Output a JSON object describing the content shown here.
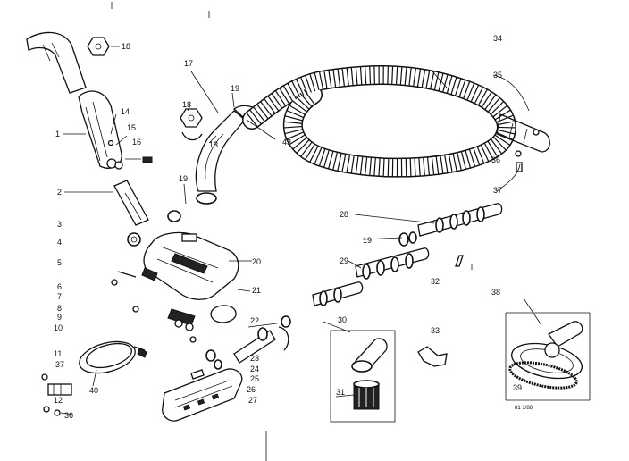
{
  "part_labels": [
    {
      "id": "1",
      "text": "1"
    },
    {
      "id": "2",
      "text": "2"
    },
    {
      "id": "3",
      "text": "3"
    },
    {
      "id": "4",
      "text": "4"
    },
    {
      "id": "5",
      "text": "5"
    },
    {
      "id": "6",
      "text": "6"
    },
    {
      "id": "7",
      "text": "7"
    },
    {
      "id": "8",
      "text": "8"
    },
    {
      "id": "9",
      "text": "9"
    },
    {
      "id": "10",
      "text": "10"
    },
    {
      "id": "11",
      "text": "11"
    },
    {
      "id": "12",
      "text": "12"
    },
    {
      "id": "13",
      "text": "13"
    },
    {
      "id": "14",
      "text": "14"
    },
    {
      "id": "15",
      "text": "15"
    },
    {
      "id": "16",
      "text": "16"
    },
    {
      "id": "17",
      "text": "17"
    },
    {
      "id": "18a",
      "text": "18"
    },
    {
      "id": "18b",
      "text": "18"
    },
    {
      "id": "19a",
      "text": "19"
    },
    {
      "id": "19b",
      "text": "19"
    },
    {
      "id": "19c",
      "text": "19"
    },
    {
      "id": "20",
      "text": "20"
    },
    {
      "id": "21",
      "text": "21"
    },
    {
      "id": "22",
      "text": "22"
    },
    {
      "id": "23",
      "text": "23"
    },
    {
      "id": "24",
      "text": "24"
    },
    {
      "id": "25",
      "text": "25"
    },
    {
      "id": "26",
      "text": "26"
    },
    {
      "id": "27",
      "text": "27"
    },
    {
      "id": "28",
      "text": "28"
    },
    {
      "id": "29",
      "text": "29"
    },
    {
      "id": "30",
      "text": "30"
    },
    {
      "id": "31",
      "text": "31"
    },
    {
      "id": "32",
      "text": "32"
    },
    {
      "id": "33",
      "text": "33"
    },
    {
      "id": "34",
      "text": "34"
    },
    {
      "id": "35",
      "text": "35"
    },
    {
      "id": "36a",
      "text": "36"
    },
    {
      "id": "36b",
      "text": "36"
    },
    {
      "id": "37a",
      "text": "37"
    },
    {
      "id": "37b",
      "text": "37"
    },
    {
      "id": "38",
      "text": "38"
    },
    {
      "id": "39",
      "text": "39"
    },
    {
      "id": "40",
      "text": "40"
    },
    {
      "id": "43",
      "text": "43"
    }
  ],
  "figure_code": "81 1/88"
}
